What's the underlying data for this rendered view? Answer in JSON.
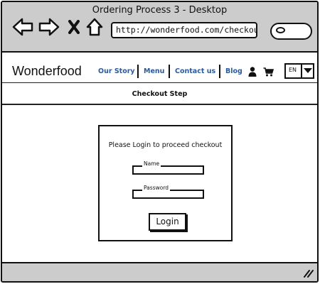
{
  "window": {
    "title": "Ordering Process 3 - Desktop"
  },
  "browser": {
    "url": "http://wonderfood.com/checkout",
    "icons": [
      "back-arrow-icon",
      "forward-arrow-icon",
      "close-x-icon",
      "home-icon",
      "search-icon"
    ]
  },
  "header": {
    "logo": "Wonderfood",
    "nav": [
      {
        "label": "Our Story"
      },
      {
        "label": "Menu"
      },
      {
        "label": "Contact us"
      },
      {
        "label": "Blog"
      }
    ],
    "language": "EN",
    "link_color": "#2a5a9c"
  },
  "step": {
    "title": "Checkout Step"
  },
  "login": {
    "prompt": "Please Login to proceed checkout",
    "name_label": "Name",
    "password_label": "Password",
    "button_label": "Login"
  }
}
